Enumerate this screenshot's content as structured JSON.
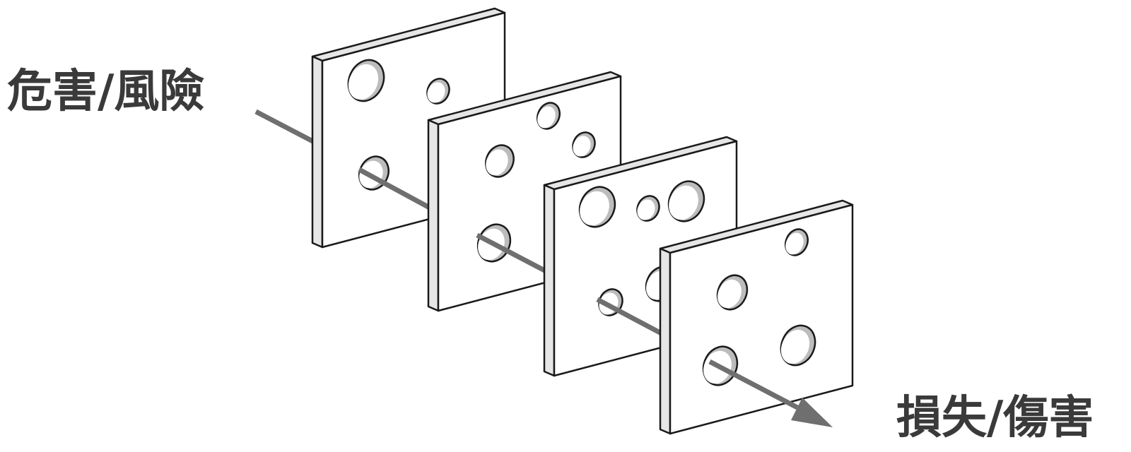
{
  "labels": {
    "hazard": "危害/風險",
    "loss": "損失/傷害"
  },
  "colors": {
    "arrow": "#6f6f6f",
    "slice_face": "#ffffff",
    "slice_edge": "#e6e6e6",
    "outline": "#1a1a1a",
    "hole_shade": "#bcbcbc",
    "text": "#3a3a3a"
  },
  "slices": [
    {
      "name": "slice-1",
      "holes": 3
    },
    {
      "name": "slice-2",
      "holes": 4
    },
    {
      "name": "slice-3",
      "holes": 5
    },
    {
      "name": "slice-4",
      "holes": 4
    }
  ]
}
